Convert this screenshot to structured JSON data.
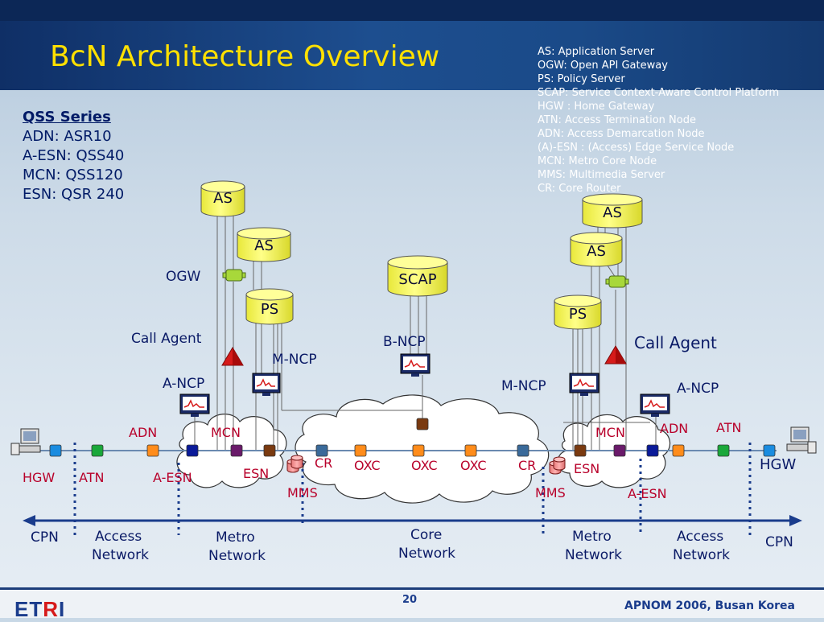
{
  "title": "BcN Architecture Overview",
  "abbreviations": [
    "AS: Application Server",
    "OGW: Open API Gateway",
    "PS: Policy Server",
    "SCAP: Service Context-Aware Control Platform",
    "HGW : Home Gateway",
    "ATN: Access Termination Node",
    "ADN: Access Demarcation Node",
    "(A)-ESN : (Access) Edge Service Node",
    "MCN: Metro Core Node",
    "MMS: Multimedia Server",
    "CR: Core Router"
  ],
  "qss": {
    "heading": "QSS Series",
    "lines": [
      "ADN: ASR10",
      "A-ESN: QSS40",
      "MCN: QSS120",
      "ESN: QSR 240"
    ]
  },
  "servers": {
    "as_left_top": "AS",
    "as_left_mid": "AS",
    "ps_left": "PS",
    "scap": "SCAP",
    "as_right_top": "AS",
    "as_right_mid": "AS",
    "ps_right": "PS"
  },
  "labels": {
    "ogw": "OGW",
    "call_agent_left": "Call Agent",
    "call_agent_right": "Call Agent",
    "m_ncp_left": "M-NCP",
    "m_ncp_right": "M-NCP",
    "b_ncp": "B-NCP",
    "a_ncp_left": "A-NCP",
    "a_ncp_right": "A-NCP",
    "adn_left": "ADN",
    "mcn_left": "MCN",
    "mcn_right": "MCN",
    "adn_right": "ADN",
    "atn_right_top": "ATN",
    "hgw_left": "HGW",
    "atn_left": "ATN",
    "a_esn_left": "A-ESN",
    "esn_left": "ESN",
    "cr_left": "CR",
    "oxc1": "OXC",
    "oxc2": "OXC",
    "oxc3": "OXC",
    "cr_right": "CR",
    "esn_right": "ESN",
    "a_esn_right": "A-ESN",
    "mms_left": "MMS",
    "mms_right": "MMS",
    "hgw_right": "HGW"
  },
  "segments": {
    "cpn_left": "CPN",
    "access_left_1": "Access",
    "access_left_2": "Network",
    "metro_left_1": "Metro",
    "metro_left_2": "Network",
    "core_1": "Core",
    "core_2": "Network",
    "metro_right_1": "Metro",
    "metro_right_2": "Network",
    "access_right_1": "Access",
    "access_right_2": "Network",
    "cpn_right": "CPN"
  },
  "footer": {
    "logo_a": "ET",
    "logo_b": "R",
    "logo_c": "I",
    "page": "20",
    "conference": "APNOM 2006, Busan Korea"
  },
  "colors": {
    "title": "#ffe000",
    "server_fill": "#ffff66",
    "node_blue": "#1a8ce0",
    "node_green": "#1aa83a",
    "node_orange": "#ff8c1a",
    "node_navy": "#0a1a99",
    "node_purple": "#6a1a6a",
    "node_brown": "#7a3a10",
    "node_steel": "#3a6a9a",
    "call_agent": "#d61a1a",
    "ogw": "#a8d83a"
  }
}
